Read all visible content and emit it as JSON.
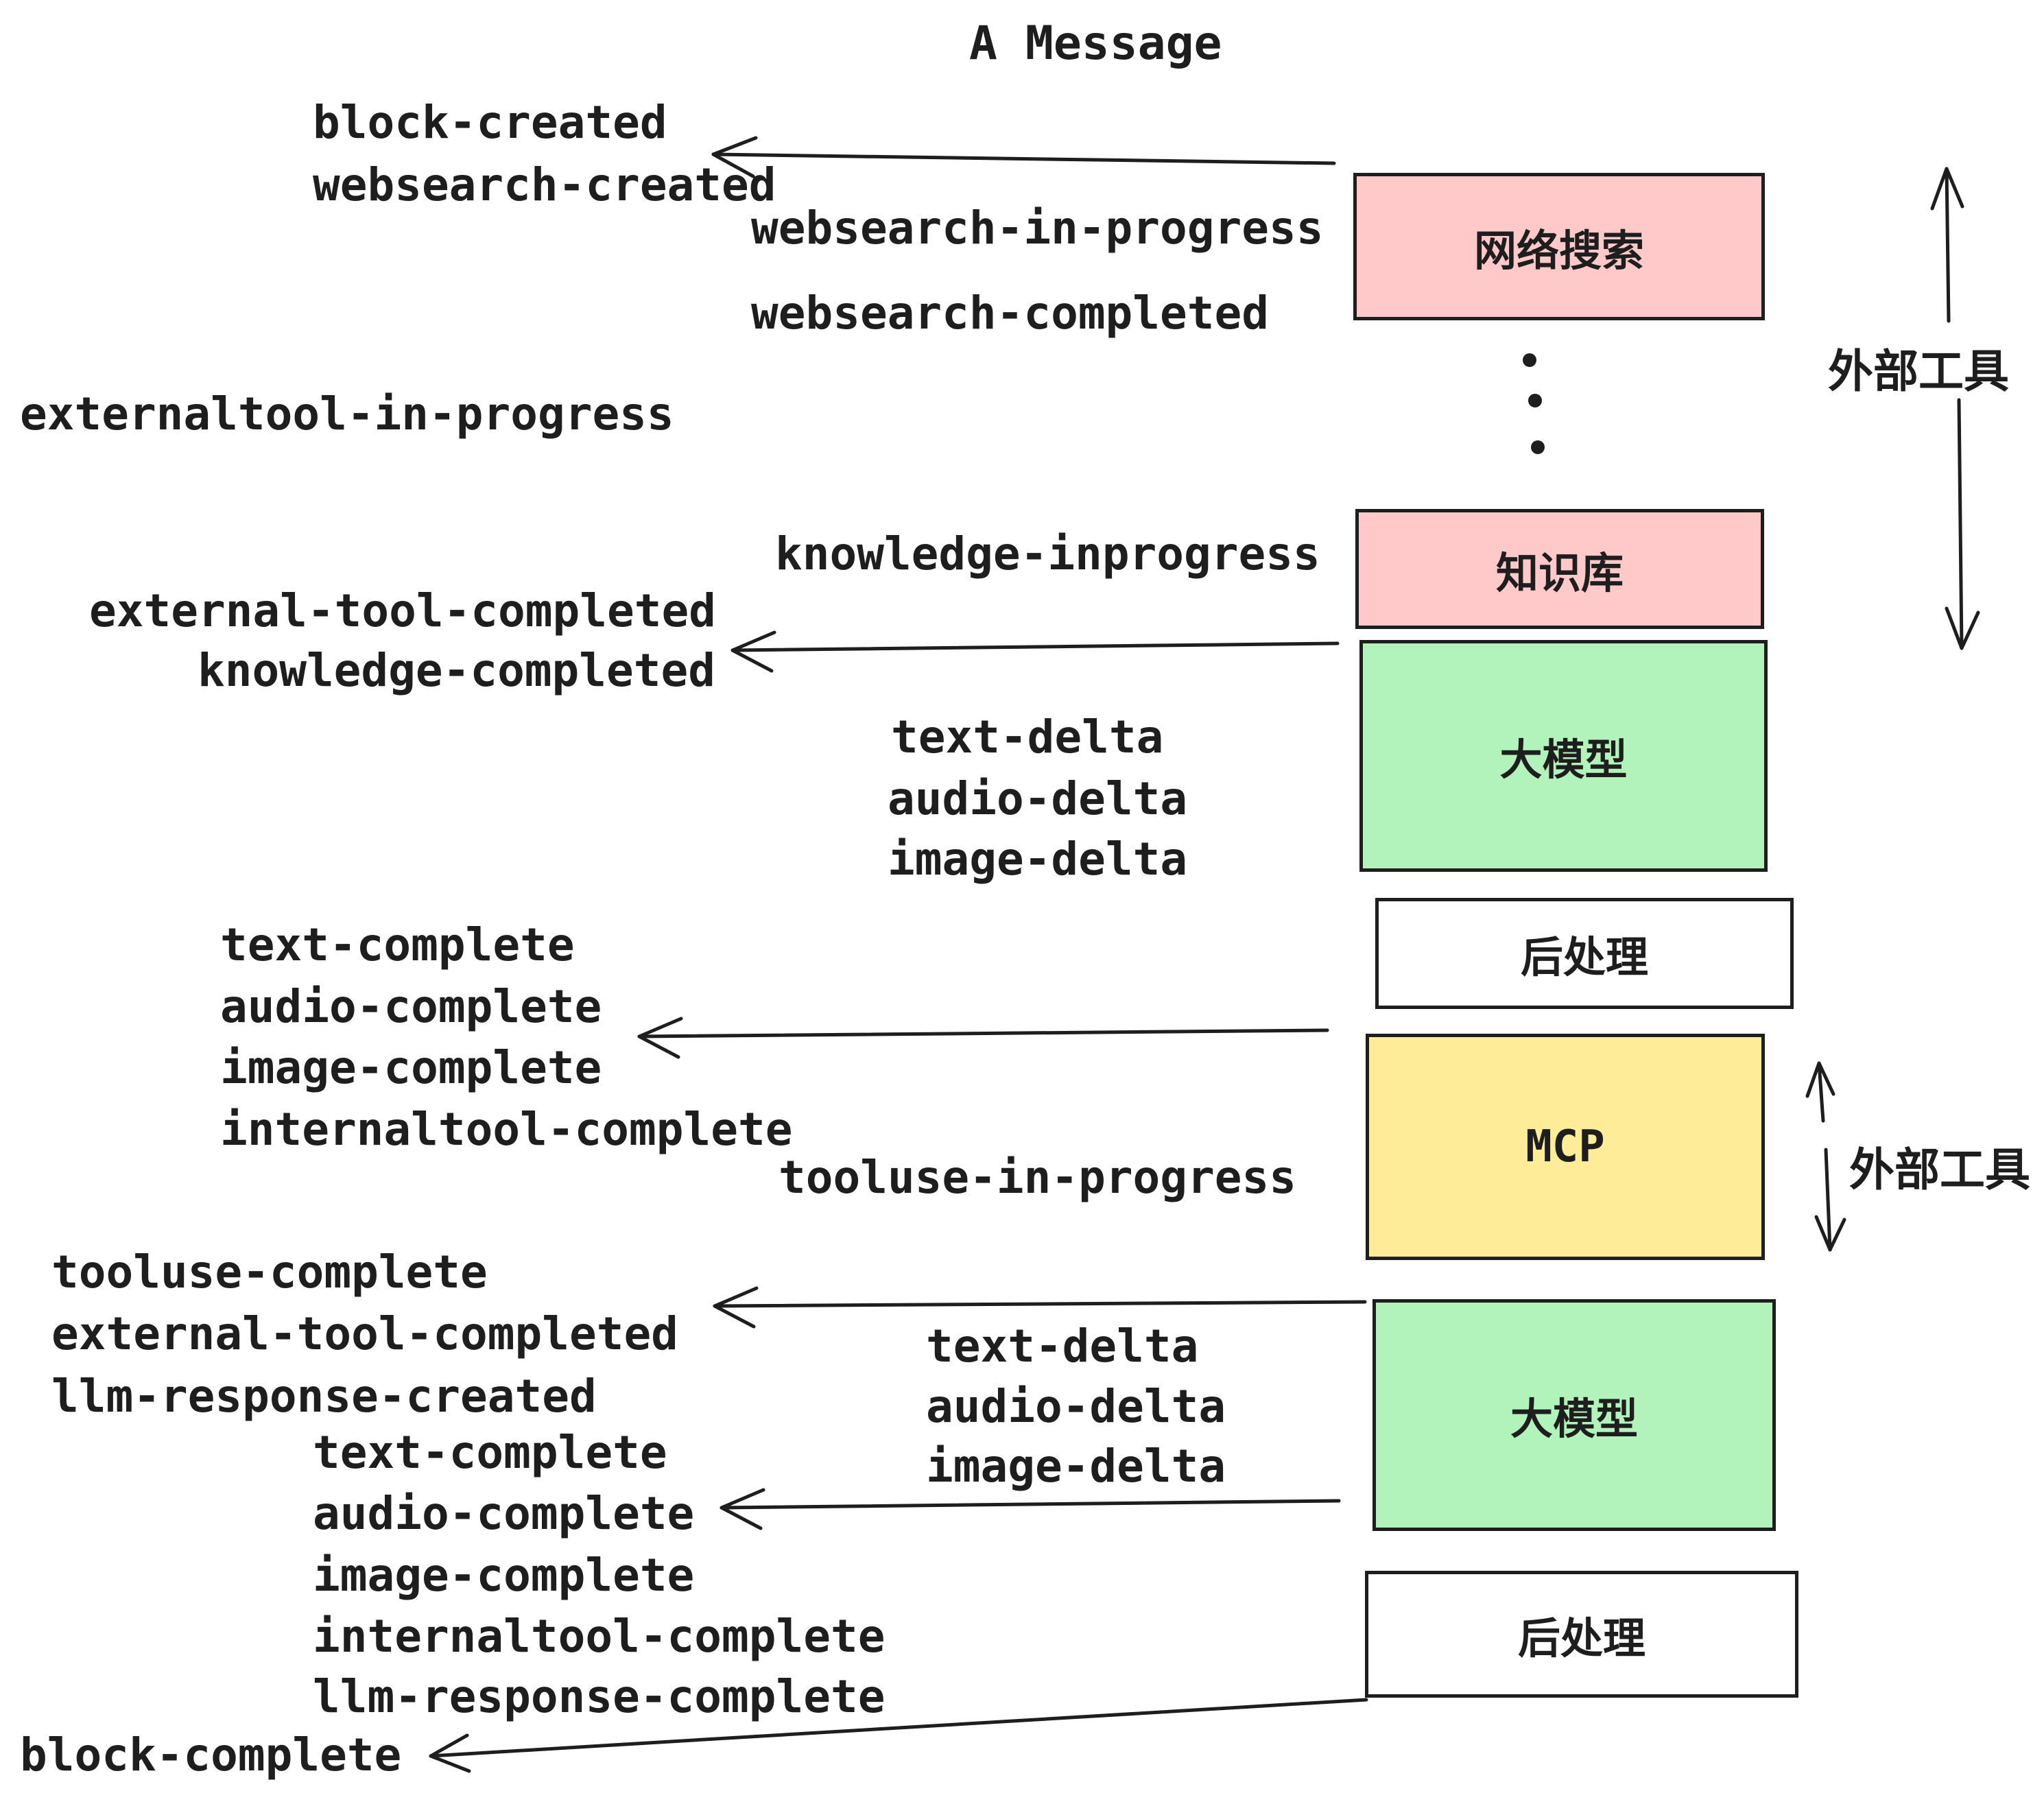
{
  "title": "A Message",
  "colors": {
    "background": "#ffffff",
    "stroke": "#1e1e1e",
    "box_pink": "#ffc9c9",
    "box_green": "#b2f2bb",
    "box_yellow": "#ffec99",
    "box_white": "#ffffff"
  },
  "boxes": {
    "websearch": "网络搜索",
    "knowledge": "知识库",
    "llm_1": "大模型",
    "post_1": "后处理",
    "mcp": "MCP",
    "llm_2": "大模型",
    "post_2": "后处理"
  },
  "side": {
    "tools_range_top": "外部工具",
    "tools_range_mcp": "外部工具"
  },
  "events": {
    "block_created": "block-created",
    "websearch_created": "websearch-created",
    "websearch_in_progress": "websearch-in-progress",
    "websearch_completed": "websearch-completed",
    "externaltool_in_progress": "externaltool-in-progress",
    "knowledge_inprogress": "knowledge-inprogress",
    "external_tool_completed_1": "external-tool-completed",
    "knowledge_completed": "knowledge-completed",
    "text_delta_1": "text-delta",
    "audio_delta_1": "audio-delta",
    "image_delta_1": "image-delta",
    "text_complete_1": "text-complete",
    "audio_complete_1": "audio-complete",
    "image_complete_1": "image-complete",
    "internaltool_complete_1": "internaltool-complete",
    "tooluse_in_progress": "tooluse-in-progress",
    "tooluse_complete": "tooluse-complete",
    "external_tool_completed_2": "external-tool-completed",
    "llm_response_created": "llm-response-created",
    "text_delta_2": "text-delta",
    "audio_delta_2": "audio-delta",
    "image_delta_2": "image-delta",
    "text_complete_2": "text-complete",
    "audio_complete_2": "audio-complete",
    "image_complete_2": "image-complete",
    "internaltool_complete_2": "internaltool-complete",
    "llm_response_complete": "llm-response-complete",
    "block_complete": "block-complete"
  }
}
